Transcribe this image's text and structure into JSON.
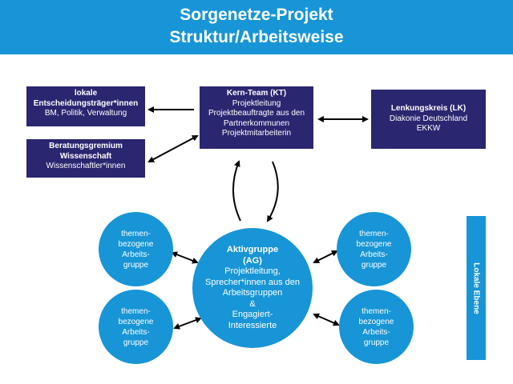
{
  "title": {
    "line1": "Sorgenetze-Projekt",
    "line2": "Struktur/Arbeitsweise"
  },
  "boxes": {
    "lokale": {
      "title": "lokale Entscheidungsträger*innen",
      "lines": [
        "BM, Politik, Verwaltung"
      ]
    },
    "beratung": {
      "title": "Beratungsgremium Wissenschaft",
      "lines": [
        "Wissenschaftler*innen"
      ]
    },
    "kern": {
      "title": "Kern-Team (KT)",
      "lines": [
        "Projektleitung",
        "Projektbeauftragte aus den",
        "Partnerkommunen",
        "Projektmitarbeiterin"
      ]
    },
    "lenkung": {
      "title": "Lenkungskreis (LK)",
      "lines": [
        "Diakonie Deutschland",
        "EKKW"
      ]
    }
  },
  "aktivgruppe": {
    "title1": "Aktivgruppe",
    "title2": "(AG)",
    "lines": [
      "Projektleitung,",
      "Sprecher*innen aus den",
      "Arbeitsgruppen",
      "&",
      "Engagiert-",
      "Interessierte"
    ]
  },
  "themen_circle": [
    "themen-",
    "bezogene",
    "Arbeits-",
    "gruppe"
  ],
  "side_label": "Lokale Ebene",
  "colors": {
    "banner": "#1795d6",
    "box": "#2b2670",
    "circle": "#1795d6",
    "arrow": "#000000"
  }
}
